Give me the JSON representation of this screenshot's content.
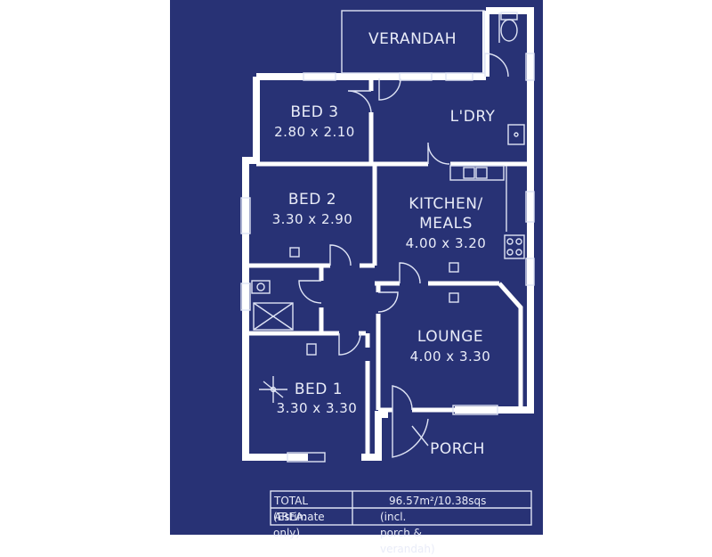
{
  "colors": {
    "background": "#283275",
    "wall": "#ffffff",
    "line": "#dfe4f5",
    "text": "#e9ecf8"
  },
  "rooms": {
    "verandah": {
      "name": "VERANDAH"
    },
    "bed3": {
      "name": "BED 3",
      "dims": "2.80 x 2.10"
    },
    "laundry": {
      "name": "L'DRY"
    },
    "bed2": {
      "name": "BED 2",
      "dims": "3.30 x 2.90"
    },
    "kitchen": {
      "name": "KITCHEN/",
      "name2": "MEALS",
      "dims": "4.00 x 3.20"
    },
    "lounge": {
      "name": "LOUNGE",
      "dims": "4.00 x 3.30"
    },
    "bed1": {
      "name": "BED 1",
      "dims": "3.30 x 3.30"
    },
    "porch": {
      "name": "PORCH"
    }
  },
  "area_table": {
    "label": "TOTAL AREA:",
    "note": "(Estimate only)",
    "value_m2": "96.57m²/10.38sqs",
    "value_note": "(incl. porch & verandah)"
  }
}
